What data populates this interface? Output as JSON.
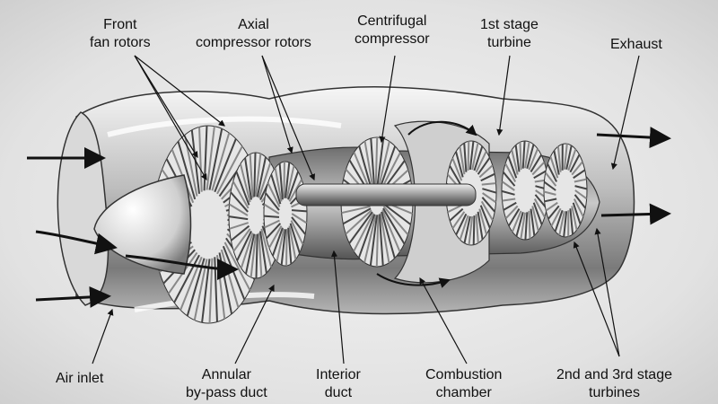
{
  "diagram": {
    "labels": [
      {
        "id": "front-fan-rotors",
        "lines": [
          "Front",
          "fan rotors"
        ]
      },
      {
        "id": "axial-compressor-rotors",
        "lines": [
          "Axial",
          "compressor rotors"
        ]
      },
      {
        "id": "centrifugal-compressor",
        "lines": [
          "Centrifugal",
          "compressor"
        ]
      },
      {
        "id": "first-stage-turbine",
        "lines": [
          "1st stage",
          "turbine"
        ]
      },
      {
        "id": "exhaust",
        "lines": [
          "Exhaust"
        ]
      },
      {
        "id": "air-inlet",
        "lines": [
          "Air inlet"
        ]
      },
      {
        "id": "annular-bypass-duct",
        "lines": [
          "Annular",
          "by-pass duct"
        ]
      },
      {
        "id": "interior-duct",
        "lines": [
          "Interior",
          "duct"
        ]
      },
      {
        "id": "combustion-chamber",
        "lines": [
          "Combustion",
          "chamber"
        ]
      },
      {
        "id": "second-third-stage-turbines",
        "lines": [
          "2nd and 3rd stage",
          "turbines"
        ]
      }
    ],
    "colors": {
      "ink": "#111111",
      "metal_light": "#f2f2f2",
      "metal_dark": "#5a5a5a"
    }
  }
}
